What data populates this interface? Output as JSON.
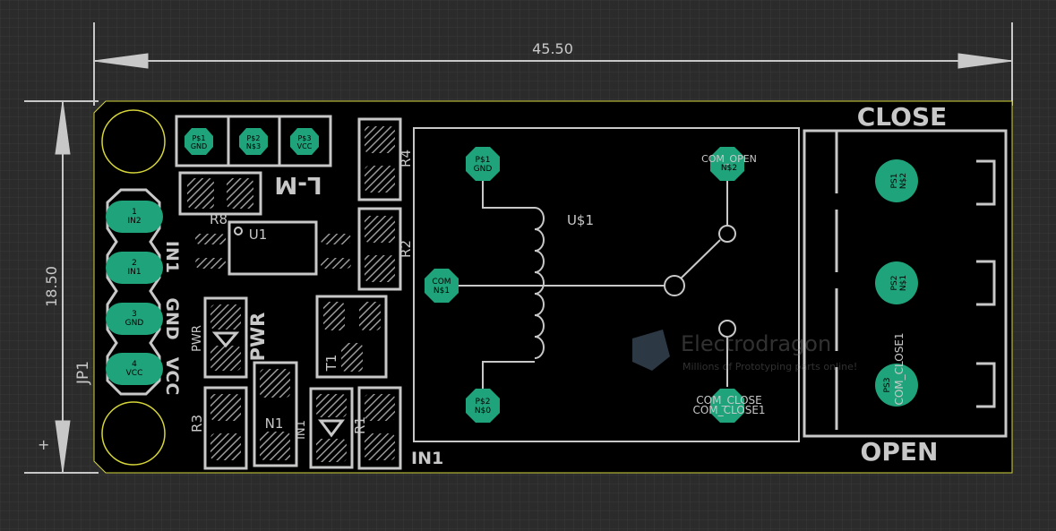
{
  "colors": {
    "background": "#2b2b2b",
    "grid": "#3a3a3a",
    "board": "#000000",
    "silk": "#c8c8c8",
    "pad_green": "#1fa37a",
    "pad_hatch": "#9a9a9a",
    "outline": "#d0d0d0",
    "origin": "#d6d63a"
  },
  "dimensions": {
    "width_label": "45.50",
    "height_label": "18.50"
  },
  "silkscreen": {
    "close": "CLOSE",
    "open": "OPEN",
    "in1_bottom": "IN1",
    "jp1": "JP1",
    "in1_vertical": "IN1",
    "gnd_vertical": "GND",
    "vcc_vertical": "VCC",
    "l_m": "L-M",
    "r8": "R8",
    "r4": "R4",
    "r2": "R2",
    "r3": "R3",
    "r1": "R1",
    "u1": "U1",
    "pwr": "PWR",
    "pwr_small": "PWR",
    "t1": "T1",
    "n1": "N1",
    "in1_small": "IN1",
    "us1": "U$1"
  },
  "pads": {
    "p1": {
      "num": "1",
      "name": "IN2"
    },
    "p2": {
      "num": "2",
      "name": "IN1"
    },
    "p3": {
      "num": "3",
      "name": "GND"
    },
    "p4": {
      "num": "4",
      "name": "VCC"
    },
    "ps1": {
      "a": "P$1",
      "b": "GND"
    },
    "ps2": {
      "a": "P$2",
      "b": "N$3"
    },
    "ps3": {
      "a": "P$3",
      "b": "VCC"
    },
    "relay_ps1": {
      "a": "P$1",
      "b": "GND"
    },
    "relay_com": {
      "a": "COM",
      "b": "N$1"
    },
    "relay_ps2": {
      "a": "P$2",
      "b": "N$0"
    },
    "relay_com_open": {
      "a": "COM_OPEN",
      "b": "N$2"
    },
    "relay_com_close_a": "COM_CLOSE",
    "relay_com_close_b": "COM_CLOSE1",
    "term1": {
      "a": "PS1",
      "b": "N$2"
    },
    "term2": {
      "a": "PS2",
      "b": "N$1"
    },
    "term3": {
      "a": "PS3",
      "b": "COM_CLOSE1"
    }
  },
  "watermark": {
    "title": "Electrodragon",
    "subtitle": "Millions of Prototyping parts online!"
  }
}
